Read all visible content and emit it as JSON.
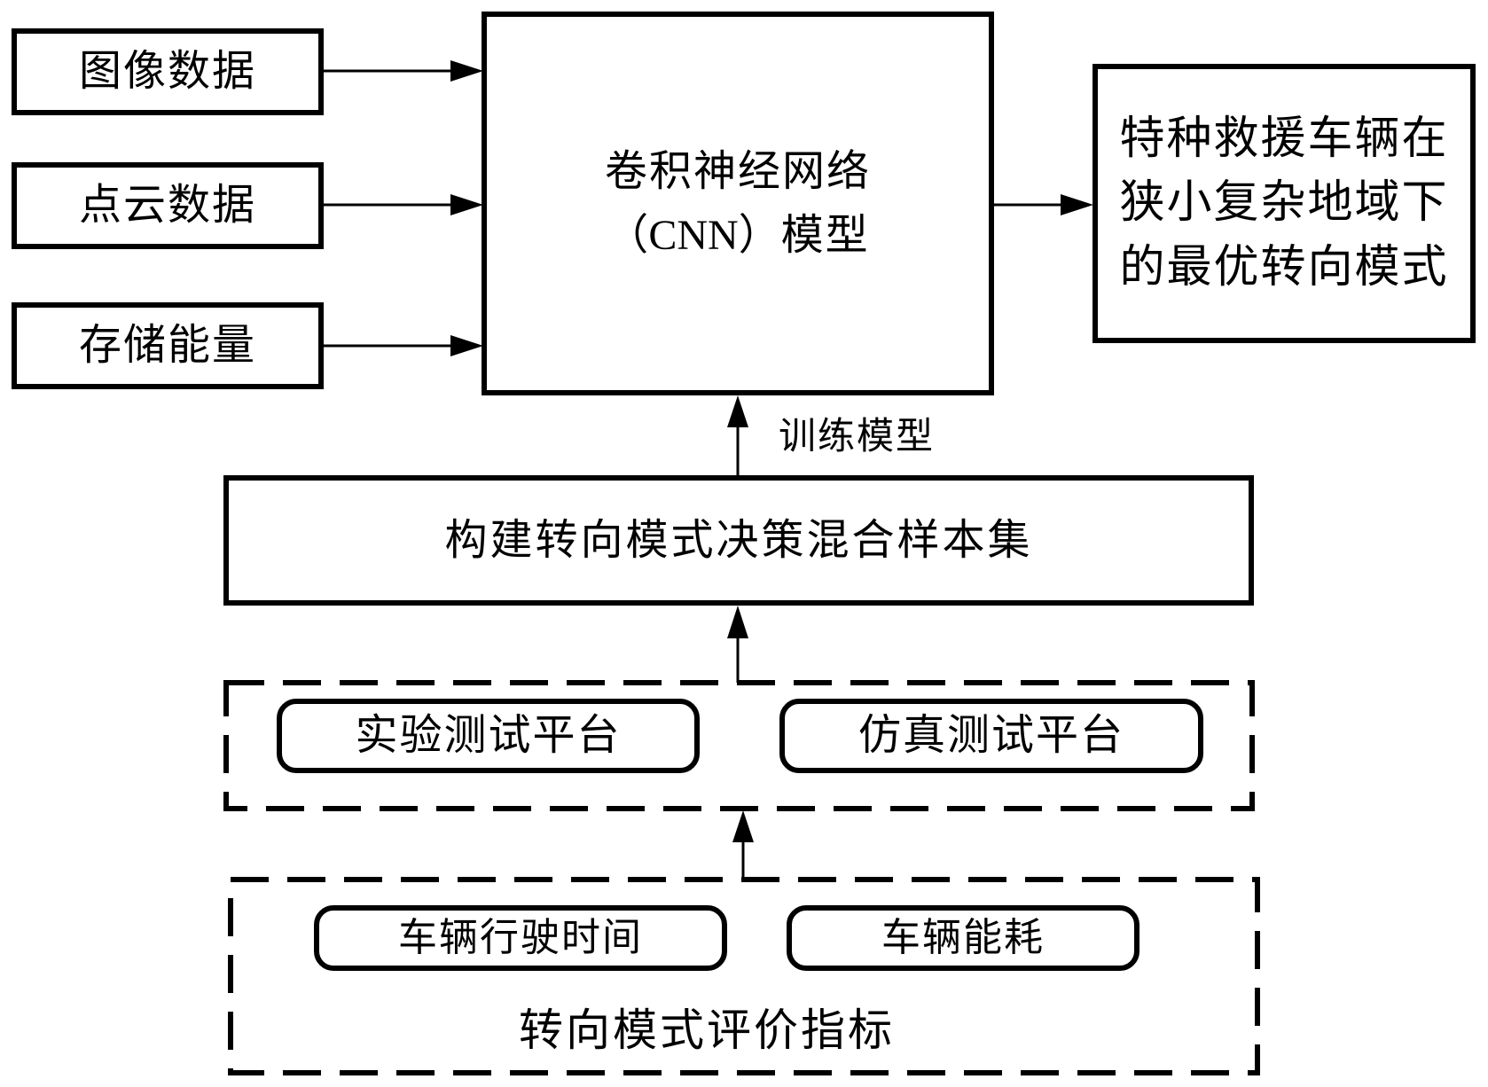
{
  "diagram": {
    "inputs": [
      {
        "id": "image-data",
        "label": "图像数据"
      },
      {
        "id": "point-cloud-data",
        "label": "点云数据"
      },
      {
        "id": "stored-energy",
        "label": "存储能量"
      }
    ],
    "model": {
      "line1": "卷积神经网络",
      "paren_open": "（",
      "abbr": "CNN",
      "paren_close": "）",
      "suffix": "模型"
    },
    "output": {
      "lines": [
        "特种救援车辆在",
        "狭小复杂地域下",
        "的最优转向模式"
      ]
    },
    "train_edge_label": "训练模型",
    "sample_set": {
      "label": "构建转向模式决策混合样本集"
    },
    "platforms": {
      "items": [
        {
          "id": "experimental-test-platform",
          "label": "实验测试平台"
        },
        {
          "id": "simulation-test-platform",
          "label": "仿真测试平台"
        }
      ]
    },
    "evaluation": {
      "title": "转向模式评价指标",
      "items": [
        {
          "id": "vehicle-driving-time",
          "label": "车辆行驶时间"
        },
        {
          "id": "vehicle-energy-consumption",
          "label": "车辆能耗"
        }
      ]
    },
    "edges": [
      {
        "from": "图像数据",
        "to": "卷积神经网络（CNN）模型"
      },
      {
        "from": "点云数据",
        "to": "卷积神经网络（CNN）模型"
      },
      {
        "from": "存储能量",
        "to": "卷积神经网络（CNN）模型"
      },
      {
        "from": "卷积神经网络（CNN）模型",
        "to": "特种救援车辆在狭小复杂地域下的最优转向模式"
      },
      {
        "from": "构建转向模式决策混合样本集",
        "to": "卷积神经网络（CNN）模型",
        "label": "训练模型"
      },
      {
        "from": "实验测试平台 / 仿真测试平台",
        "to": "构建转向模式决策混合样本集"
      },
      {
        "from": "转向模式评价指标",
        "to": "实验测试平台 / 仿真测试平台"
      }
    ]
  }
}
